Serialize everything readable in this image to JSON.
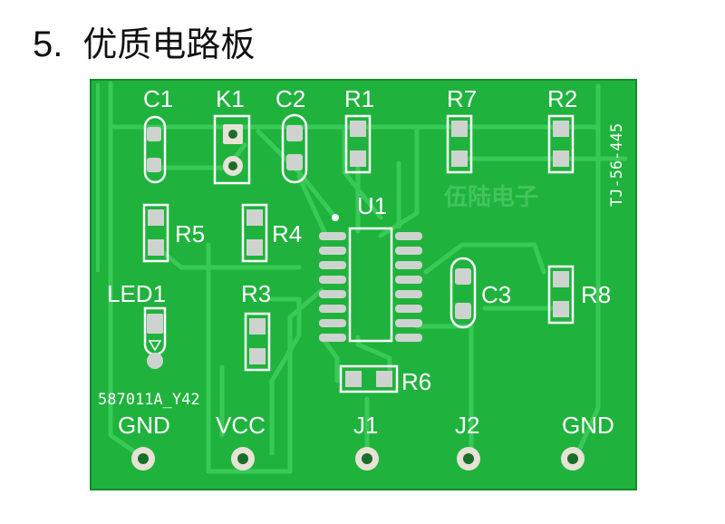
{
  "heading": {
    "number": "5.",
    "title": "优质电路板"
  },
  "board": {
    "part_number": "TJ-56-445",
    "logo_text": "伍陆电子",
    "code": "587011A_Y42",
    "components": {
      "c1": "C1",
      "k1": "K1",
      "c2": "C2",
      "r1": "R1",
      "r7": "R7",
      "r2": "R2",
      "r5": "R5",
      "r4": "R4",
      "u1": "U1",
      "led1": "LED1",
      "r3": "R3",
      "c3": "C3",
      "r8": "R8",
      "r6": "R6"
    },
    "terminals": {
      "gnd_left": "GND",
      "vcc": "VCC",
      "j1": "J1",
      "j2": "J2",
      "gnd_right": "GND"
    },
    "colors": {
      "solder_mask": "#1fb33d",
      "copper_trace": "#39c957",
      "silkscreen": "#ffffff",
      "pad": "#cfd3cf"
    }
  }
}
